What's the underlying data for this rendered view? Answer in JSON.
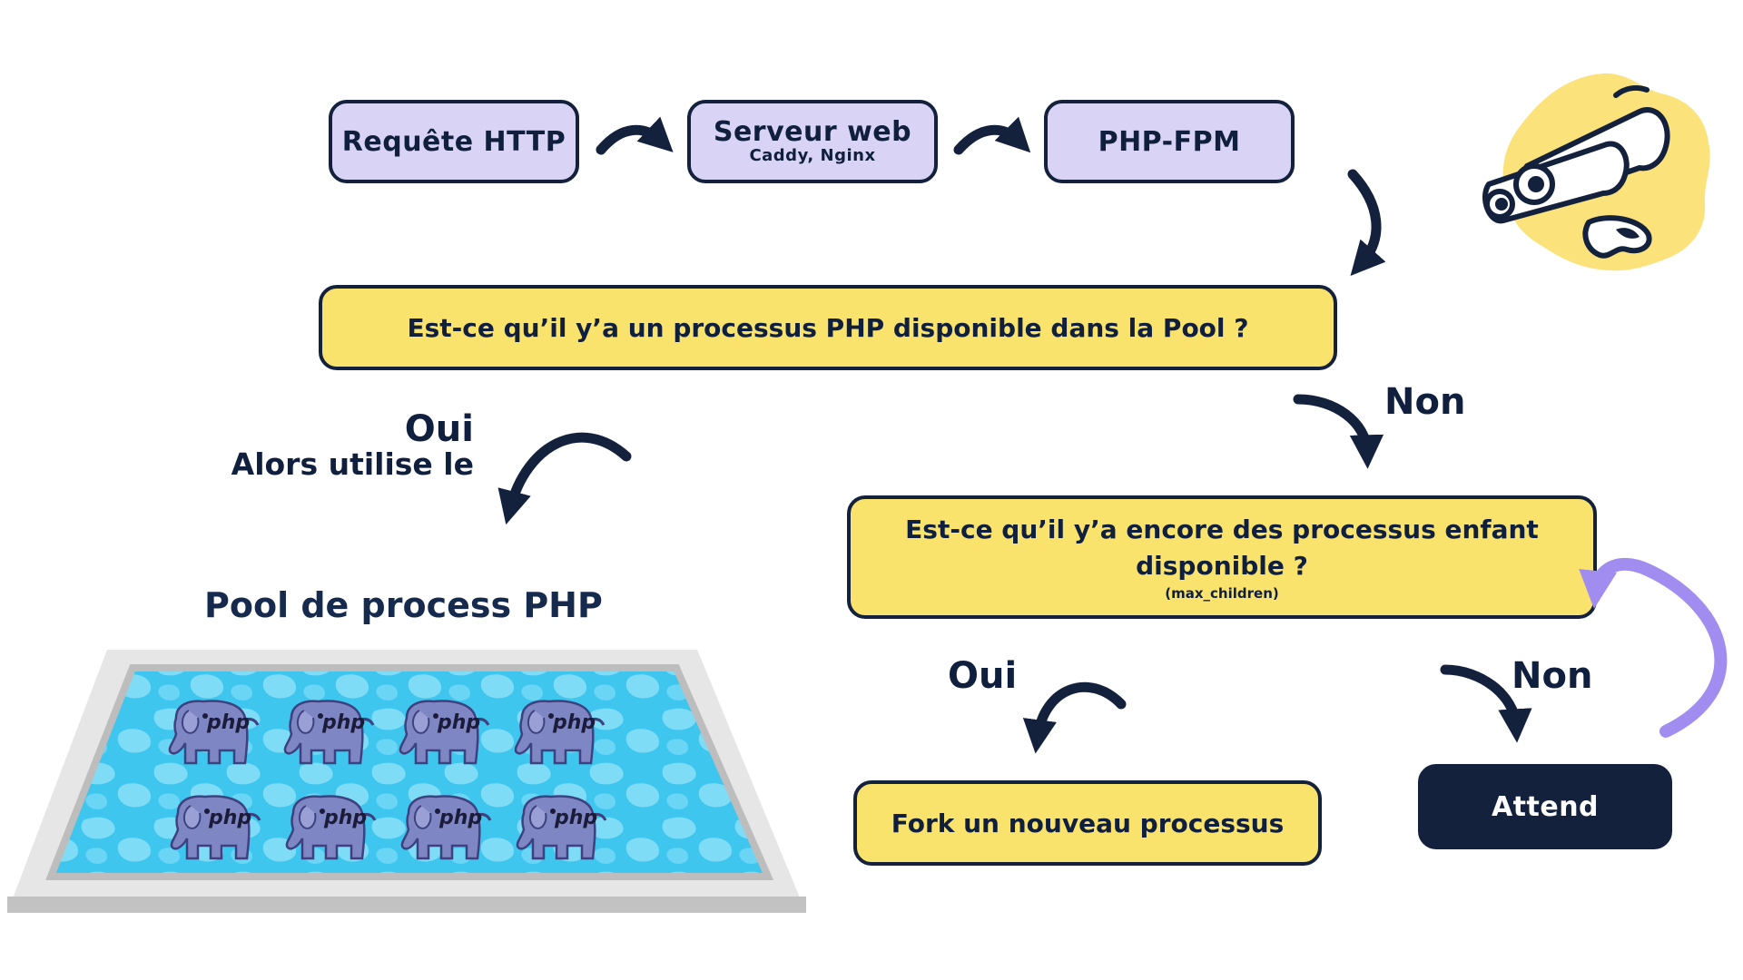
{
  "flow": {
    "http_request": "Requête HTTP",
    "web_server": "Serveur web",
    "web_server_sub": "Caddy, Nginx",
    "php_fpm": "PHP-FPM",
    "question_pool": "Est-ce qu’il y’a un processus PHP disponible dans la Pool ?",
    "no_1": "Non",
    "yes_1": "Oui",
    "yes_1_sub": "Alors utilise le",
    "question_children_line1": "Est-ce qu’il y’a encore des processus enfant",
    "question_children_line2": "disponible ?",
    "question_children_sub": "(max_children)",
    "yes_2": "Oui",
    "no_2": "Non",
    "fork": "Fork un nouveau processus",
    "wait": "Attend"
  },
  "pool": {
    "title": "Pool de process PHP",
    "elephant_label": "php",
    "elephant_count": 8
  },
  "colors": {
    "navy": "#14213d",
    "lavender": "#d9d4f5",
    "yellow": "#f9e36c",
    "purple_arrow": "#a18cf0",
    "water": "#3fc6ee",
    "elephant": "#7f86c4",
    "sun": "#fbe27a"
  }
}
